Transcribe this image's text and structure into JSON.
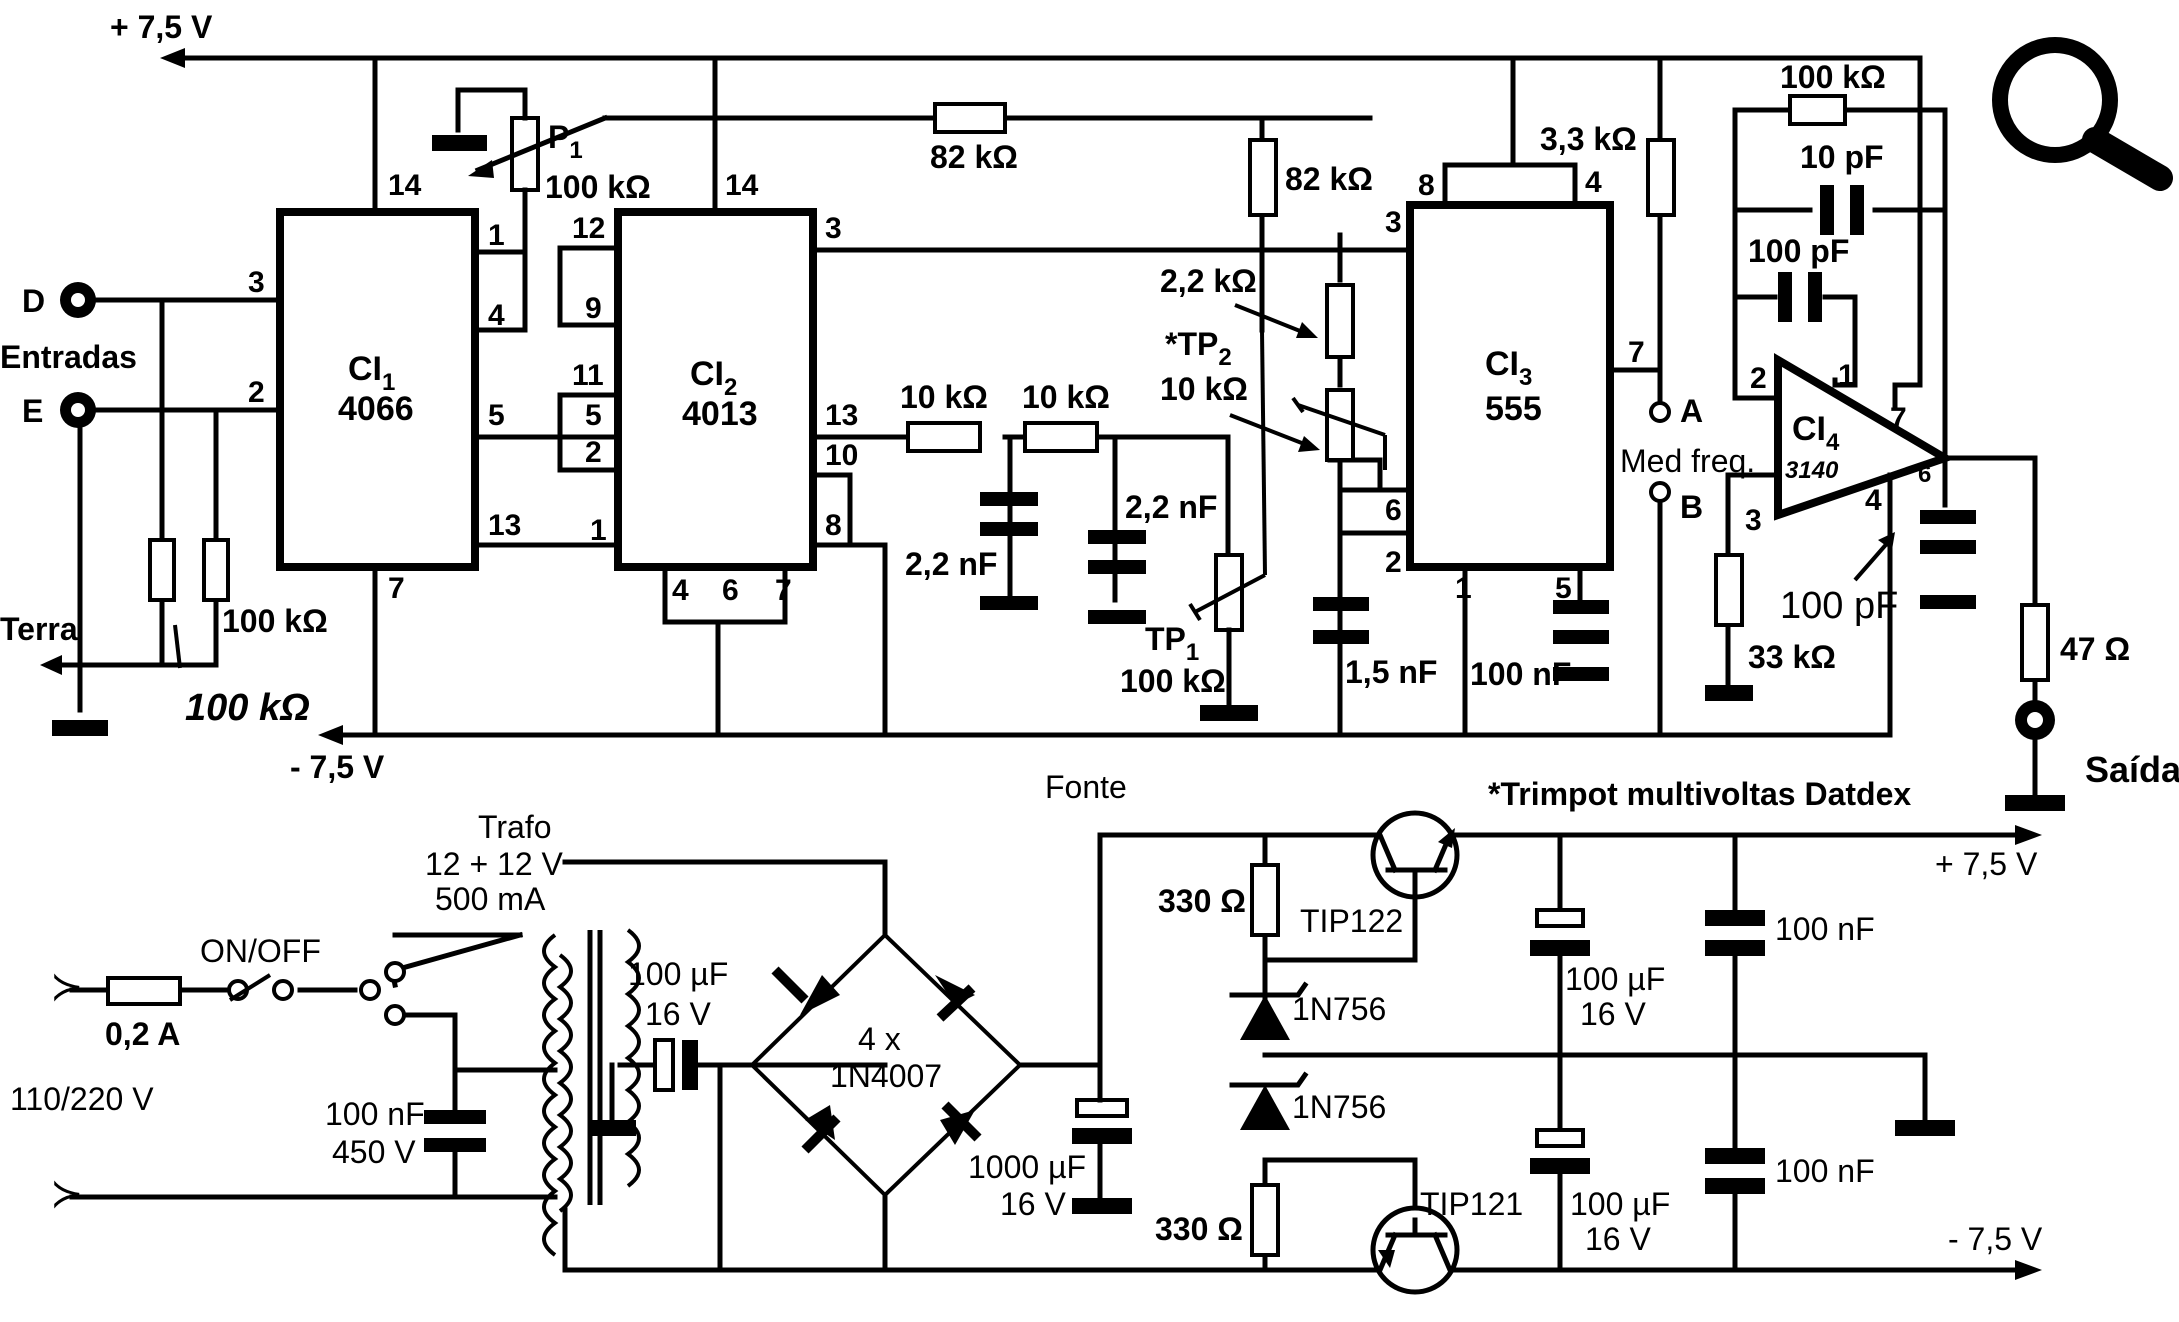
{
  "supply": {
    "pos_top": "+ 7,5 V",
    "neg_top": "- 7,5 V",
    "pos_psu": "+ 7,5 V",
    "neg_psu": "- 7,5 V"
  },
  "ics": {
    "ci1": {
      "name": "CI",
      "sub": "1",
      "part": "4066"
    },
    "ci2": {
      "name": "CI",
      "sub": "2",
      "part": "4013"
    },
    "ci3": {
      "name": "CI",
      "sub": "3",
      "part": "555"
    },
    "ci4": {
      "name": "CI",
      "sub": "4",
      "part": "3140"
    }
  },
  "pins": {
    "ci1": {
      "p14": "14",
      "p1": "1",
      "p4": "4",
      "p3": "3",
      "p2": "2",
      "p5": "5",
      "p13": "13",
      "p7": "7"
    },
    "ci2": {
      "p14": "14",
      "p12": "12",
      "p9": "9",
      "p11": "11",
      "p5": "5",
      "p2": "2",
      "p1": "1",
      "p3": "3",
      "p13": "13",
      "p10": "10",
      "p8": "8",
      "p4": "4",
      "p6": "6",
      "p7": "7"
    },
    "ci3": {
      "p8": "8",
      "p4": "4",
      "p3": "3",
      "p6": "6",
      "p2": "2",
      "p7": "7",
      "p1": "1",
      "p5": "5"
    },
    "ci4": {
      "p2": "2",
      "p3": "3",
      "p7": "7",
      "p4": "4",
      "p6": "6",
      "p1": "1"
    }
  },
  "labels": {
    "d": "D",
    "e": "E",
    "entradas": "Entradas",
    "terra": "Terra",
    "p1": "P",
    "p1_sub": "1",
    "p1_val": "100 kΩ",
    "r82a": "82 kΩ",
    "r82b": "82 kΩ",
    "r100_top": "100 kΩ",
    "r33k": "3,3 kΩ",
    "c10p": "10 pF",
    "c100p_top": "100 pF",
    "r100_in": "100 kΩ",
    "r100_hand": "100 kΩ",
    "r10a": "10 kΩ",
    "r10b": "10 kΩ",
    "c22a": "2,2 nF",
    "c22b": "2,2 nF",
    "r22k": "2,2 kΩ",
    "tp2": "*TP",
    "tp2_sub": "2",
    "tp2_val": "10 kΩ",
    "tp1": "TP",
    "tp1_sub": "1",
    "tp1_val": "100 kΩ",
    "c15": "1,5 nF",
    "c100n_555": "100 nF",
    "med": "Med freq.",
    "a": "A",
    "b": "B",
    "r33": "33 kΩ",
    "c100p_hand": "100 pF",
    "r47": "47 Ω",
    "saida": "Saída",
    "fonte": "Fonte",
    "trimpot": "*Trimpot multivoltas Datdex",
    "trafo": "Trafo",
    "trafo_v": "12 + 12 V",
    "trafo_ma": "500 mA",
    "onoff": "ON/OFF",
    "fuse": "0,2 A",
    "mains": "110/220 V",
    "c100n_450": "100 nF",
    "c450v": "450 V",
    "c100u_a": "100 µF",
    "c100u_a_v": "16 V",
    "bridge_n": "4 x",
    "bridge_p": "1N4007",
    "c1000u": "1000 µF",
    "c1000u_v": "16 V",
    "r330a": "330 Ω",
    "r330b": "330 Ω",
    "z1": "1N756",
    "z2": "1N756",
    "tip122": "TIP122",
    "tip121": "TIP121",
    "c100u_b": "100 µF",
    "c100u_b_v": "16 V",
    "c100u_c": "100 µF",
    "c100u_c_v": "16 V",
    "c100n_a": "100 nF",
    "c100n_b": "100 nF"
  },
  "icons": {
    "magnifier": "magnifier-icon"
  }
}
